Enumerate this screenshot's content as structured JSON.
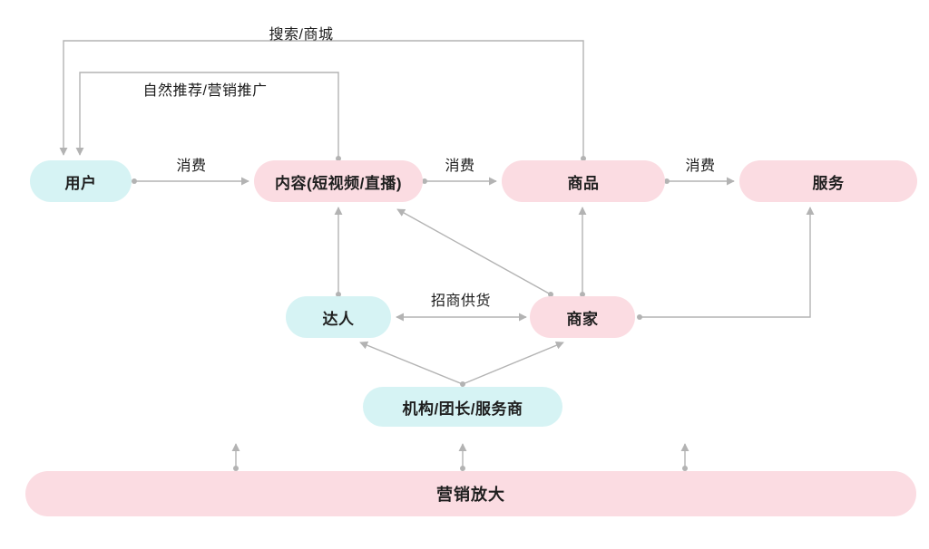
{
  "diagram": {
    "nodes": {
      "user": {
        "label": "用户",
        "color": "#d6f3f4"
      },
      "content": {
        "label": "内容(短视频/直播)",
        "color": "#fbdce2"
      },
      "product": {
        "label": "商品",
        "color": "#fbdce2"
      },
      "service": {
        "label": "服务",
        "color": "#fbdce2"
      },
      "influencer": {
        "label": "达人",
        "color": "#d6f3f4"
      },
      "merchant": {
        "label": "商家",
        "color": "#fbdce2"
      },
      "agency": {
        "label": "机构/团长/服务商",
        "color": "#d6f3f4"
      },
      "marketing": {
        "label": "营销放大",
        "color": "#fbdce2"
      }
    },
    "edge_labels": {
      "search_mall": "搜索/商城",
      "natural_promo": "自然推荐/营销推广",
      "consume_user_content": "消费",
      "consume_content_product": "消费",
      "consume_product_service": "消费",
      "supply": "招商供货"
    },
    "colors": {
      "line": "#b3b3b3",
      "cyan_node": "#d6f3f4",
      "pink_node": "#fbdce2",
      "text": "#1f1f1f"
    }
  }
}
